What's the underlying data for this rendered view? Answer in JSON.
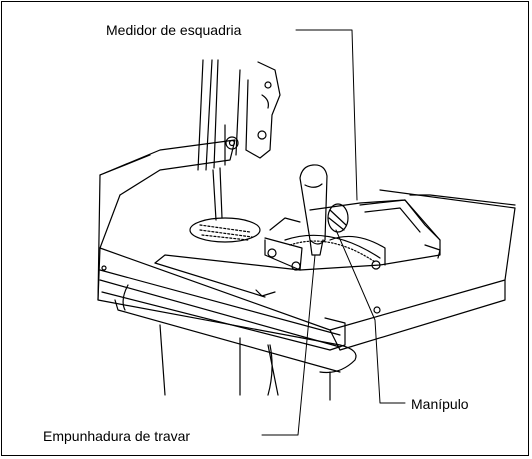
{
  "labels": {
    "miter_gauge": "Medidor de esquadria",
    "knob": "Manípulo",
    "lock_handle": "Empunhadura de travar"
  }
}
